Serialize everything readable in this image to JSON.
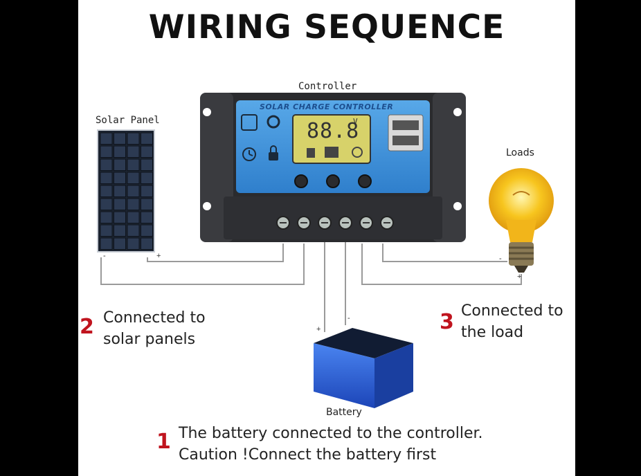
{
  "title": "WIRING SEQUENCE",
  "components": {
    "controller": {
      "label": "Controller",
      "panel_text": "SOLAR CHARGE CONTROLLER",
      "display": "88.8",
      "display_unit": "V"
    },
    "solar_panel": {
      "label": "Solar Panel"
    },
    "loads": {
      "label": "Loads"
    },
    "battery": {
      "label": "Battery"
    }
  },
  "steps": [
    {
      "number": "1",
      "lines": [
        "The battery connected to the controller.",
        "Caution !Connect the battery first"
      ]
    },
    {
      "number": "2",
      "lines": [
        "Connected to",
        "solar panels"
      ]
    },
    {
      "number": "3",
      "lines": [
        "Connected to",
        "the load"
      ]
    }
  ],
  "polarity": {
    "plus": "+",
    "minus": "-"
  },
  "colors": {
    "step_number": "#c0141e",
    "controller_screen": "#3b8fd6",
    "lcd": "#d7d26a",
    "battery": "#2a5fd8",
    "bulb": "#f7c51e",
    "wire": "#9a9a9a"
  }
}
